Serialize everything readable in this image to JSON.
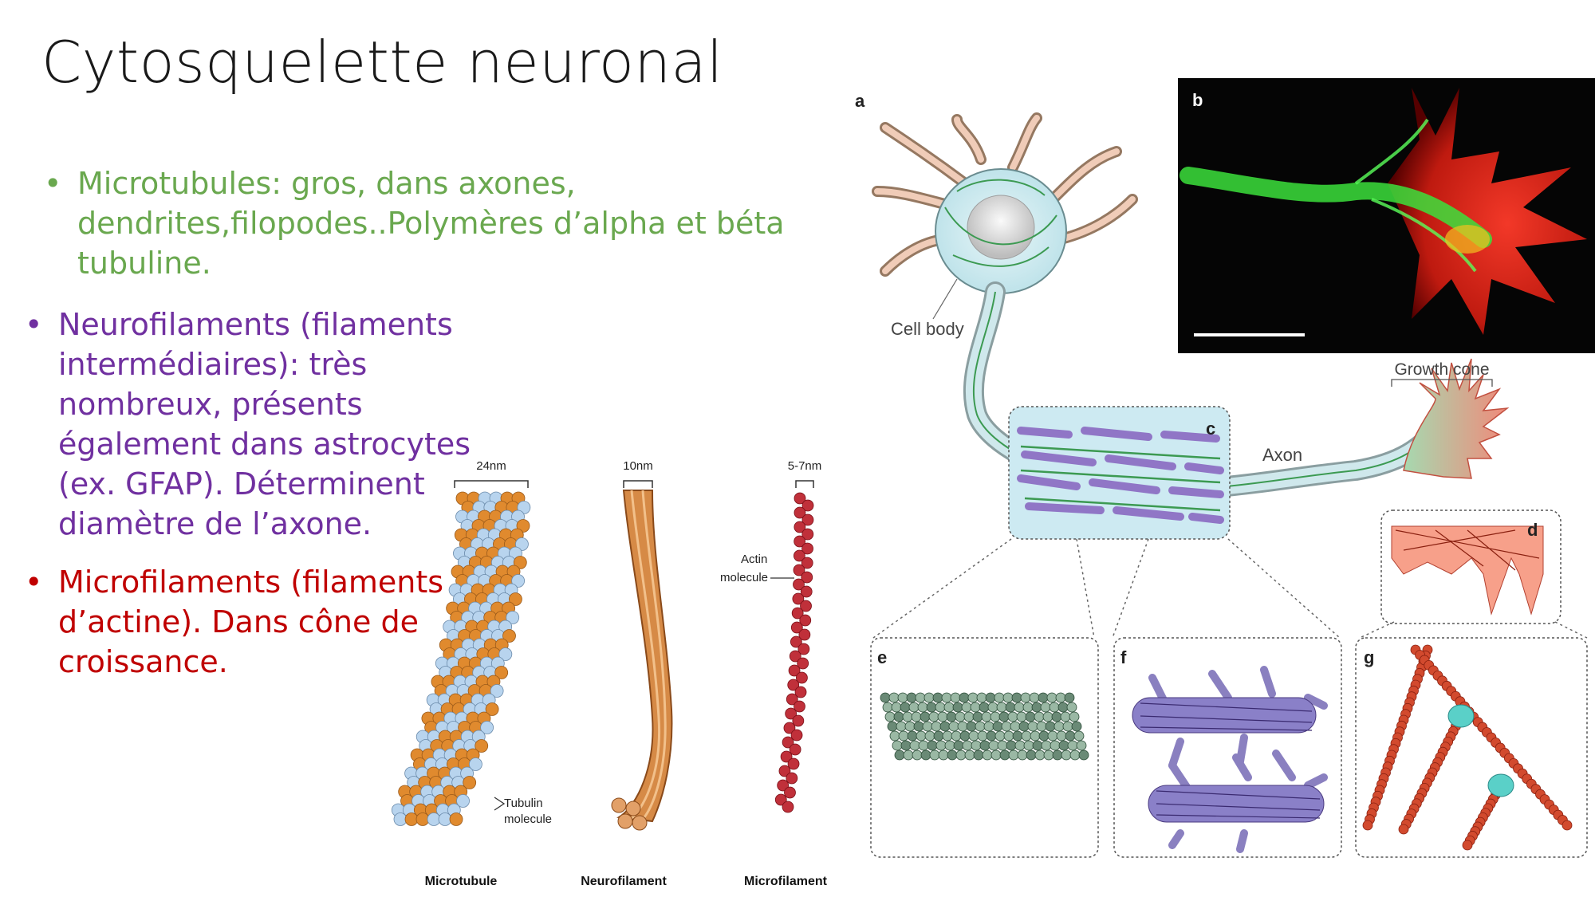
{
  "slide": {
    "title": "Cytosquelette neuronal",
    "bullets": [
      {
        "marker": "•",
        "text": "Microtubules: gros, dans axones, dendrites,filopodes..Polymères d’alpha et béta tubuline.",
        "color": "#6aa84f"
      },
      {
        "marker": "•",
        "text": "Neurofilaments (filaments intermédiaires): très nombreux, présents également dans astrocytes (ex. GFAP). Déterminent diamètre de l’axone.",
        "color": "#7030a0"
      },
      {
        "marker": "•",
        "text": "Microfilaments (filaments d’actine). Dans cône de croissance.",
        "color": "#c00000"
      }
    ]
  },
  "filament_figure": {
    "widths": {
      "microtubule": "24nm",
      "neurofilament": "10nm",
      "microfilament": "5-7nm"
    },
    "names": {
      "microtubule": "Microtubule",
      "neurofilament": "Neurofilament",
      "microfilament": "Microfilament"
    },
    "annotations": {
      "tubulin_1": "Tubulin",
      "tubulin_2": "molecule",
      "actin_1": "Actin",
      "actin_2": "molecule"
    }
  },
  "neuron_figure": {
    "panel_letters": {
      "a": "a",
      "b": "b",
      "c": "c",
      "d": "d",
      "e": "e",
      "f": "f",
      "g": "g"
    },
    "labels": {
      "cell_body": "Cell body",
      "growth_cone": "Growth cone",
      "axon": "Axon"
    }
  },
  "colors": {
    "microtubule": "#4caf50",
    "neurofilament": "#7e57c2",
    "actin": "#d32f2f",
    "tubulin_orange": "#e08a2e",
    "tubulin_blue": "#b8d4ee"
  }
}
